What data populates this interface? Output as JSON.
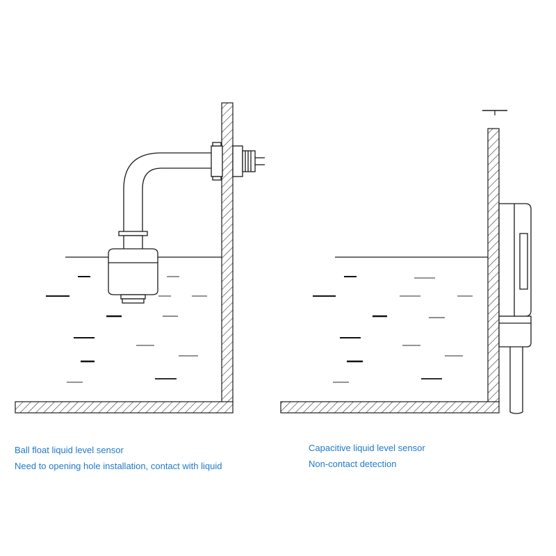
{
  "colors": {
    "caption_text": "#1e79c9",
    "line": "#1a1a1a"
  },
  "panels": {
    "left": {
      "sensor": "ball-float",
      "caption_title": "Ball float liquid level sensor",
      "caption_desc": "Need to opening hole installation, contact with liquid"
    },
    "right": {
      "sensor": "capacitive",
      "caption_title": "Capacitive liquid level sensor",
      "caption_desc": "Non-contact detection"
    }
  }
}
